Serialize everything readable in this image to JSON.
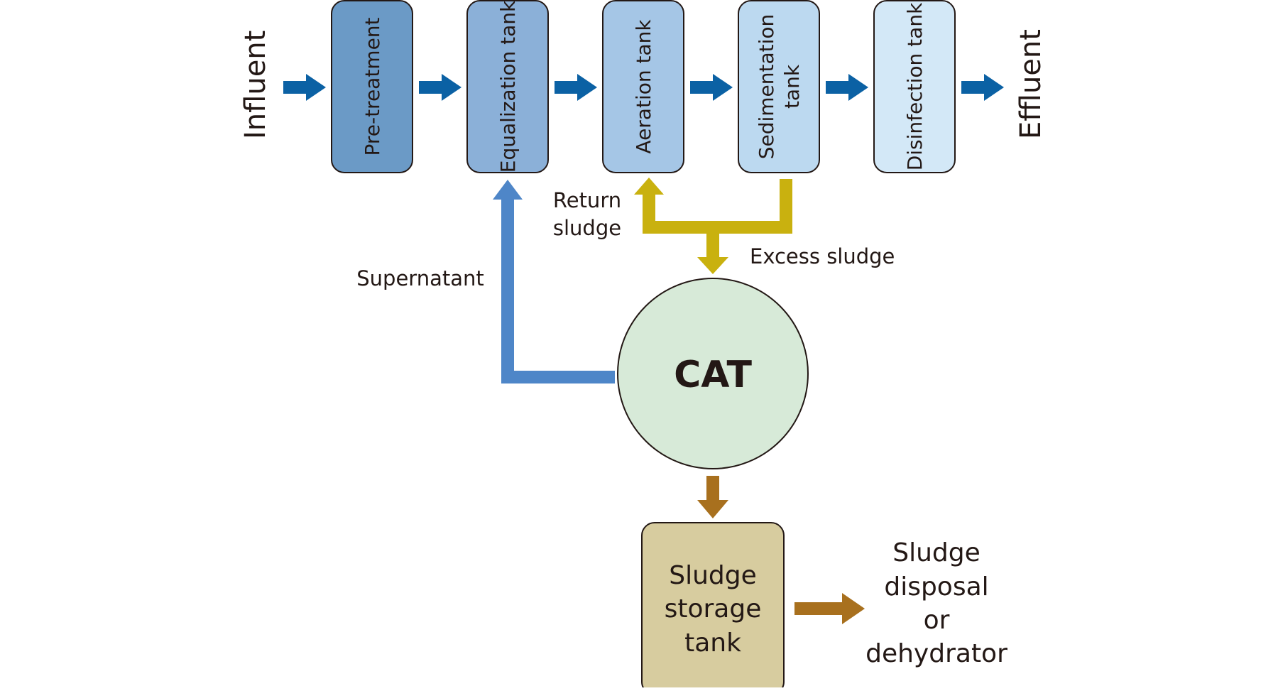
{
  "diagram": {
    "influent": "Influent",
    "effluent": "Effluent",
    "tanks": [
      {
        "id": "pretreatment",
        "lines": [
          "Pre-treatment"
        ],
        "color": "#6b9ac6"
      },
      {
        "id": "equalization",
        "lines": [
          "Equalization tank"
        ],
        "color": "#8bb0d8"
      },
      {
        "id": "aeration",
        "lines": [
          "Aeration tank"
        ],
        "color": "#a5c6e6"
      },
      {
        "id": "sedimentation",
        "lines": [
          "Sedimentation",
          "tank"
        ],
        "color": "#bcd9f0"
      },
      {
        "id": "disinfection",
        "lines": [
          "Disinfection tank"
        ],
        "color": "#d3e8f7"
      }
    ],
    "labels": {
      "return_sludge": [
        "Return",
        "sludge"
      ],
      "excess_sludge": "Excess sludge",
      "supernatant": "Supernatant"
    },
    "cat": {
      "label": "CAT",
      "color": "#d7ead8"
    },
    "storage": {
      "lines": [
        "Sludge",
        "storage",
        "tank"
      ],
      "color": "#d7cc9f"
    },
    "disposal": {
      "lines": [
        "Sludge",
        "disposal",
        "or",
        "dehydrator"
      ]
    },
    "colors": {
      "flow_arrow": "#0b61a4",
      "sludge_line": "#c9b10f",
      "supernatant_line": "#4e86c8",
      "storage_arrow": "#a8701e",
      "stroke": "#231815"
    }
  }
}
